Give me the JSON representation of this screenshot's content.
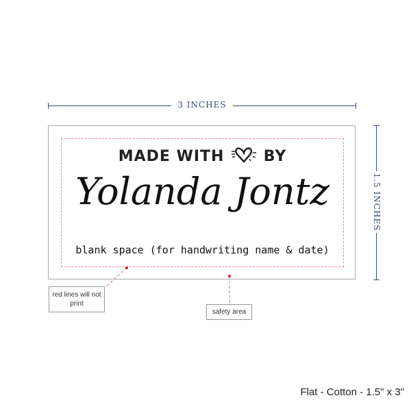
{
  "dimensions": {
    "width_label": "3 INCHES",
    "height_label": "1.5 INCHES"
  },
  "label": {
    "line1": "MADE WITH",
    "heart_icon": "heart-icon",
    "line1_end": "BY",
    "name": "Yolanda Jontz",
    "line3": "blank space (for handwriting name & date)"
  },
  "callouts": {
    "red_lines": "red lines will not print",
    "safety_area": "safety area"
  },
  "footer": "Flat - Cotton - 1.5\" x 3\"",
  "colors": {
    "dimension": "#3a4a7a",
    "safety_line": "#f28a95",
    "marker": "#d42030"
  }
}
